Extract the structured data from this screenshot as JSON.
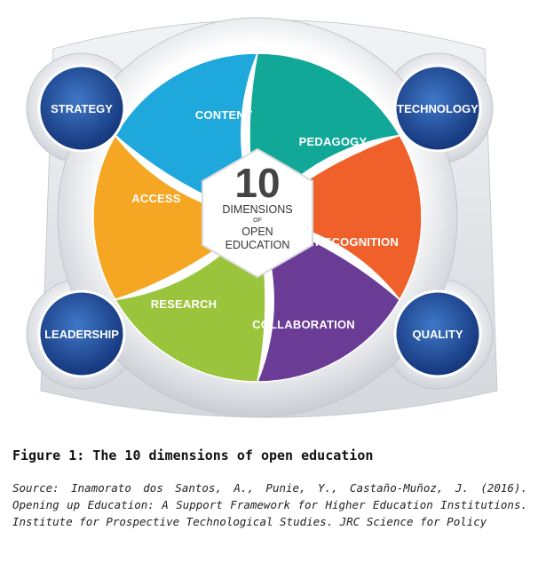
{
  "diagram": {
    "center": {
      "number": "10",
      "line1": "DIMENSIONS",
      "line2": "OF",
      "line3": "OPEN",
      "line4": "EDUCATION"
    },
    "segments": [
      {
        "label": "CONTENT",
        "color": "#1fa8dc"
      },
      {
        "label": "PEDAGOGY",
        "color": "#12a898"
      },
      {
        "label": "RECOGNITION",
        "color": "#f0602a"
      },
      {
        "label": "COLLABORATION",
        "color": "#6a3c95"
      },
      {
        "label": "RESEARCH",
        "color": "#9ac43c"
      },
      {
        "label": "ACCESS",
        "color": "#f5a623"
      }
    ],
    "corners": [
      {
        "label": "STRATEGY"
      },
      {
        "label": "TECHNOLOGY"
      },
      {
        "label": "LEADERSHIP"
      },
      {
        "label": "QUALITY"
      }
    ],
    "corner_color": "#1f4fa0"
  },
  "caption": "Figure 1: The 10 dimensions of open education",
  "source": "Source: Inamorato dos Santos, A., Punie, Y., Castaño-Muñoz, J. (2016). Opening up Education: A Support Framework for Higher Education Institutions. Institute for Prospective Technological Studies. JRC Science for Policy"
}
